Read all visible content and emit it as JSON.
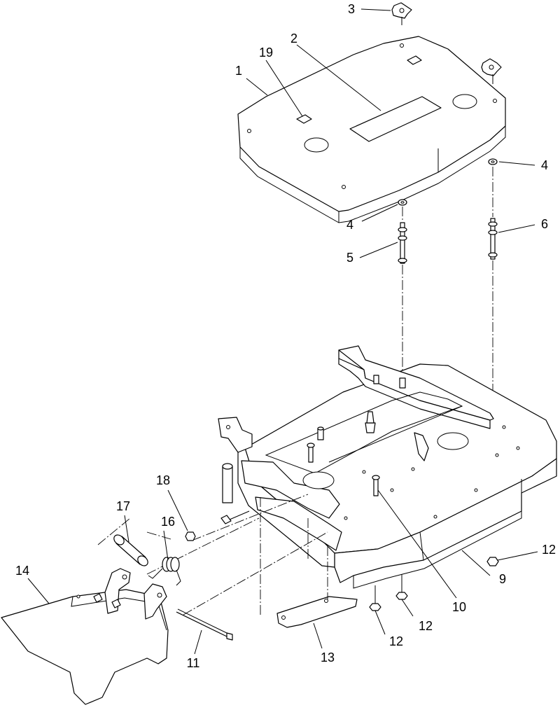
{
  "callouts": [
    {
      "id": "c1",
      "text": "1"
    },
    {
      "id": "c2",
      "text": "2"
    },
    {
      "id": "c3",
      "text": "3"
    },
    {
      "id": "c4a",
      "text": "4"
    },
    {
      "id": "c4b",
      "text": "4"
    },
    {
      "id": "c5",
      "text": "5"
    },
    {
      "id": "c6",
      "text": "6"
    },
    {
      "id": "c9",
      "text": "9"
    },
    {
      "id": "c10",
      "text": "10"
    },
    {
      "id": "c11",
      "text": "11"
    },
    {
      "id": "c12a",
      "text": "12"
    },
    {
      "id": "c12b",
      "text": "12"
    },
    {
      "id": "c12c",
      "text": "12"
    },
    {
      "id": "c13",
      "text": "13"
    },
    {
      "id": "c14",
      "text": "14"
    },
    {
      "id": "c16",
      "text": "16"
    },
    {
      "id": "c17",
      "text": "17"
    },
    {
      "id": "c18",
      "text": "18"
    },
    {
      "id": "c19",
      "text": "19"
    }
  ]
}
